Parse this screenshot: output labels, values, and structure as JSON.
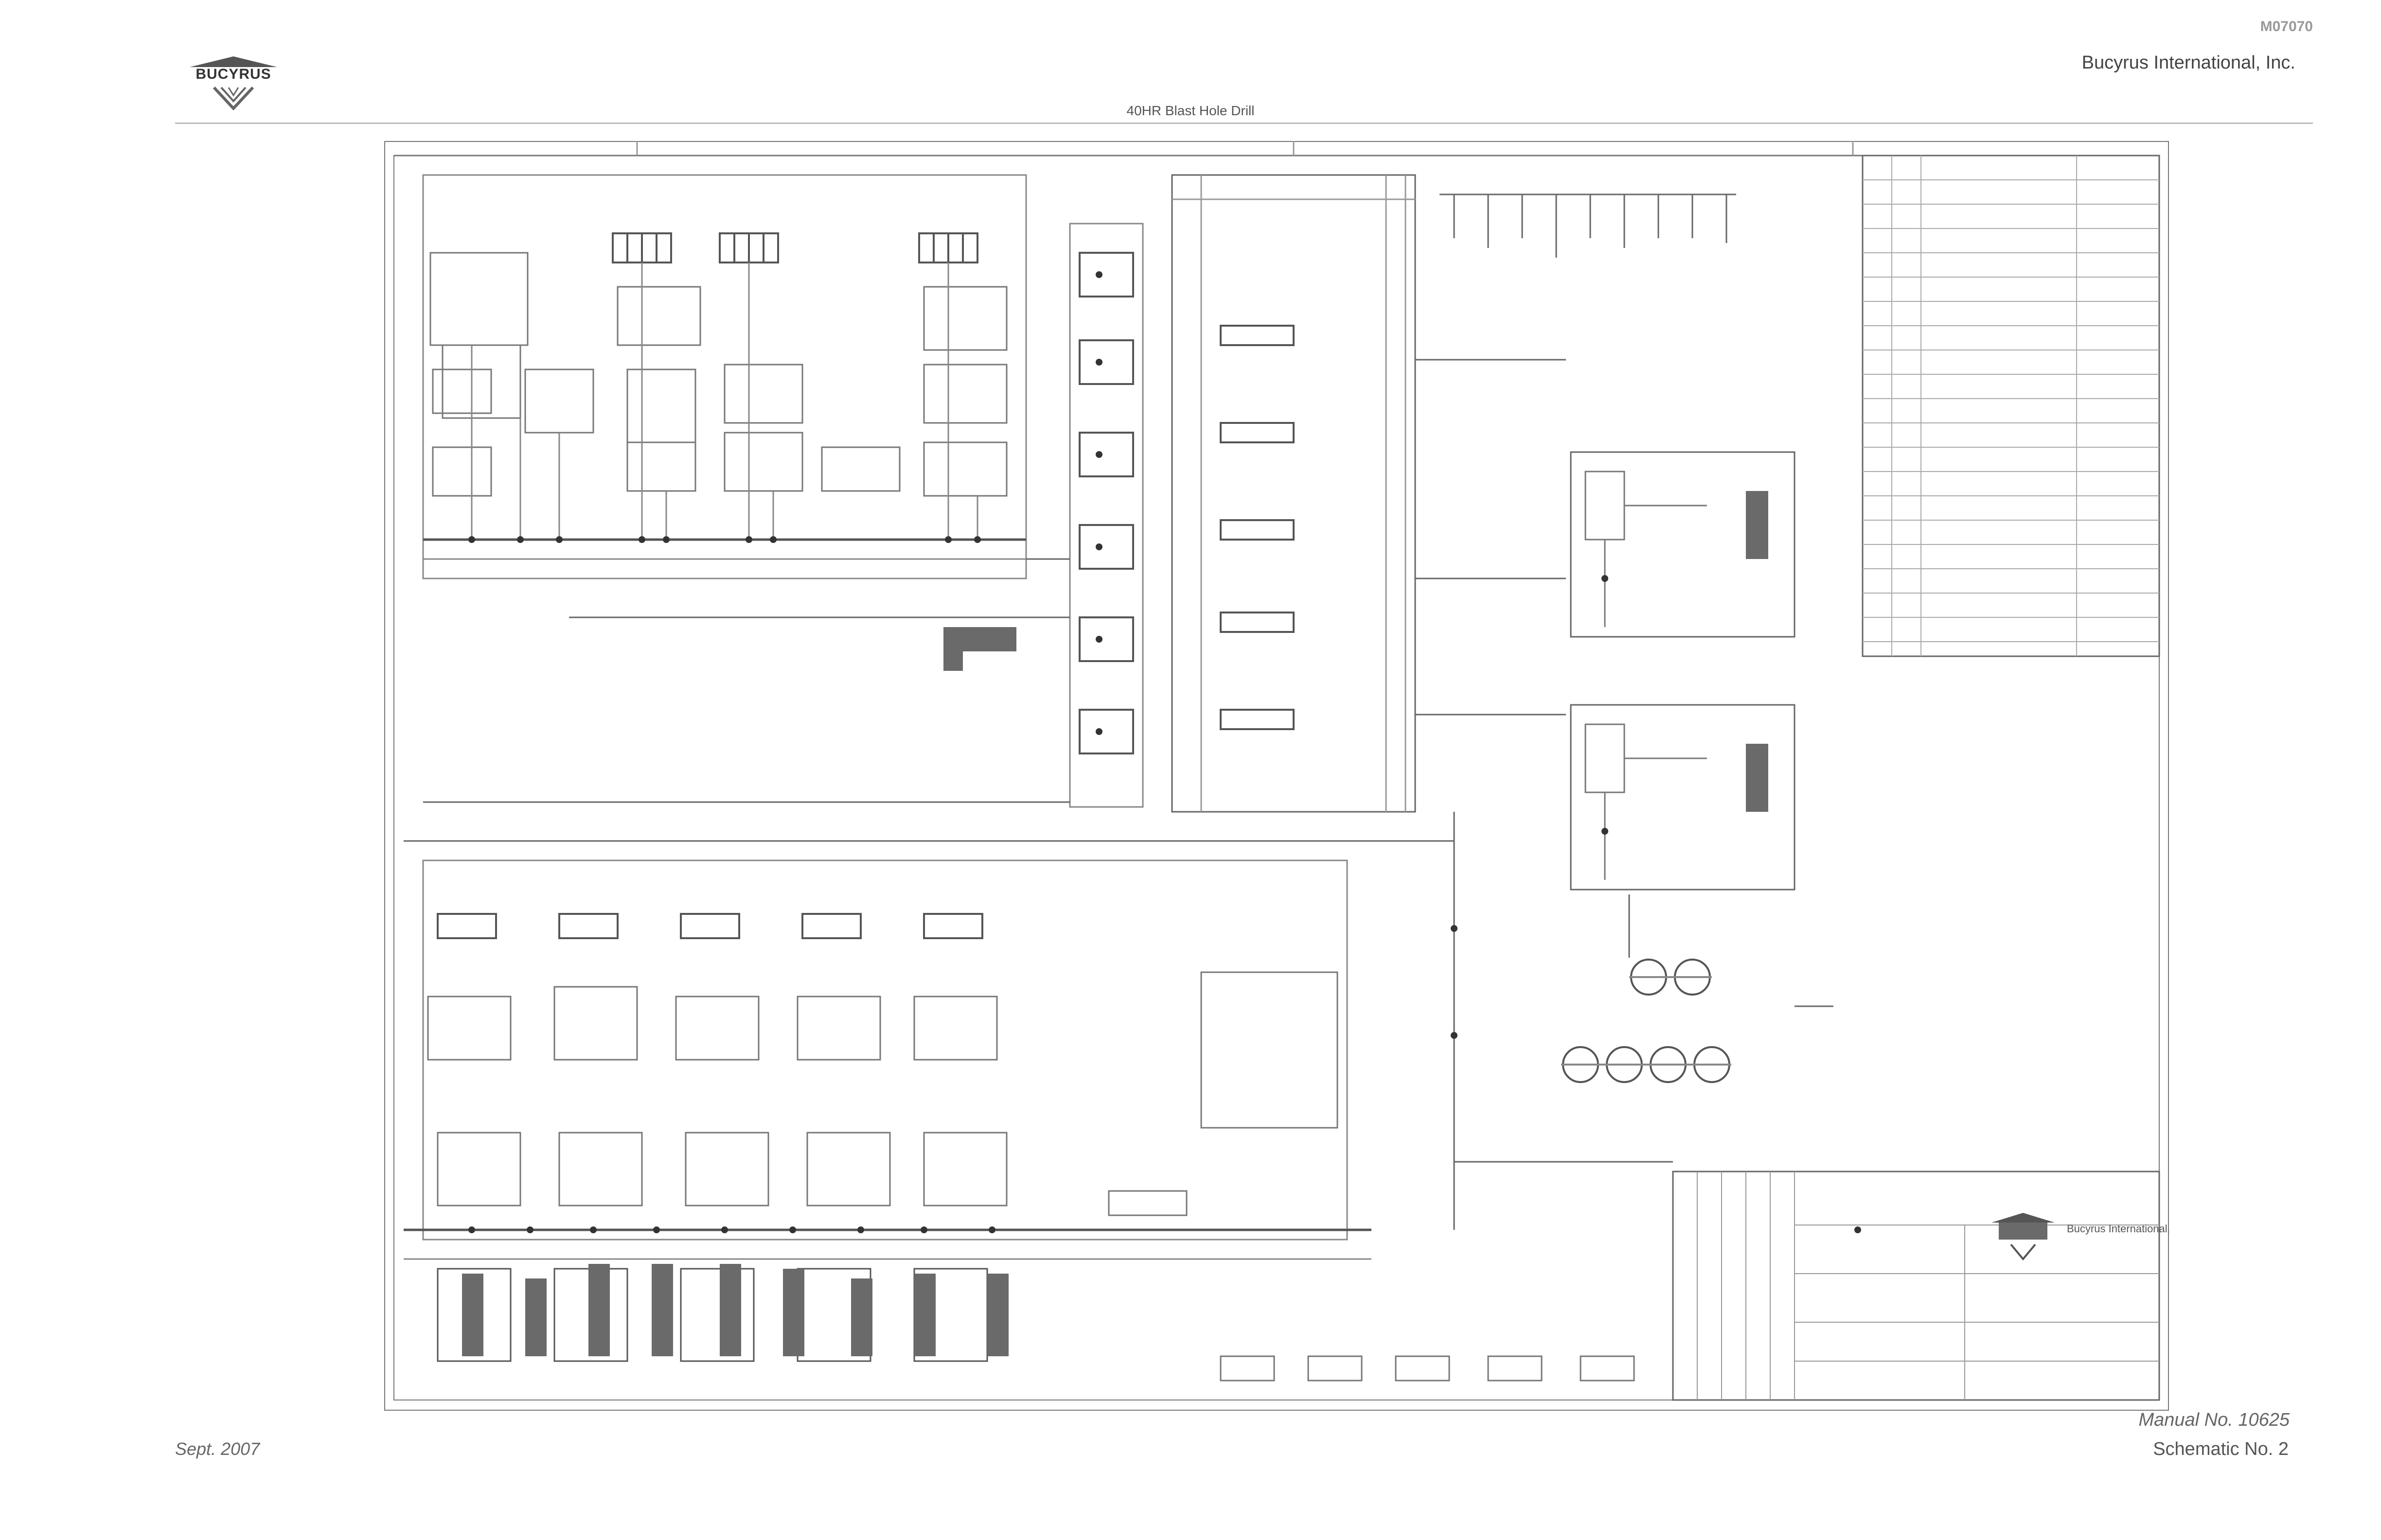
{
  "header": {
    "doc_code": "M07070",
    "company": "Bucyrus International, Inc.",
    "logo_text": "BUCYRUS",
    "title": "40HR Blast Hole Drill"
  },
  "footer": {
    "manual": "Manual No. 10625",
    "date": "Sept. 2007",
    "schematic": "Schematic No. 2"
  },
  "title_block": {
    "company": "Bucyrus International, Inc."
  },
  "colors": {
    "line": "#555555",
    "line_light": "#9a9a9a",
    "fill_dark": "#6a6a6a",
    "background": "#ffffff"
  }
}
